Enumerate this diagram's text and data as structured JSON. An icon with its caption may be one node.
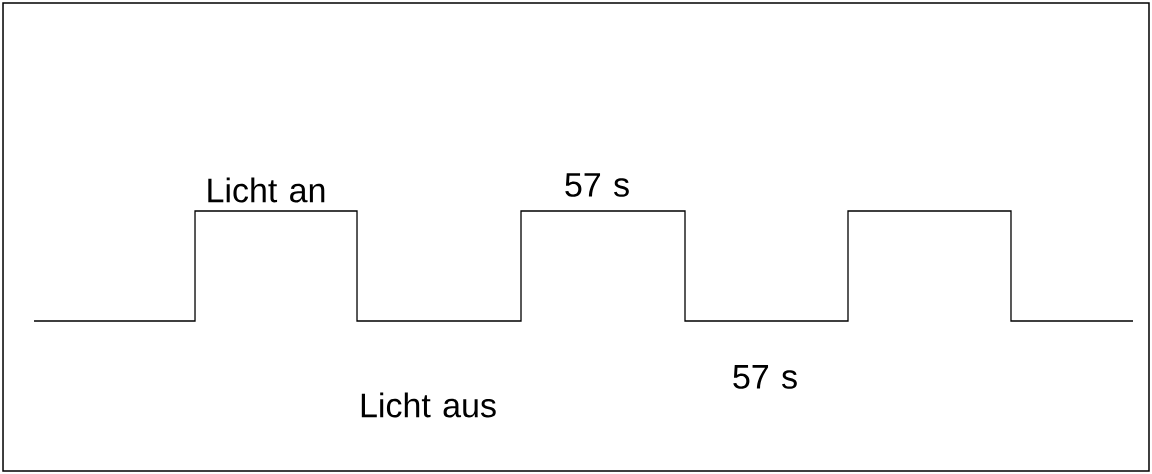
{
  "diagram": {
    "labels": [
      "Licht an",
      "57 s",
      "Licht aus",
      "57 s"
    ]
  }
}
